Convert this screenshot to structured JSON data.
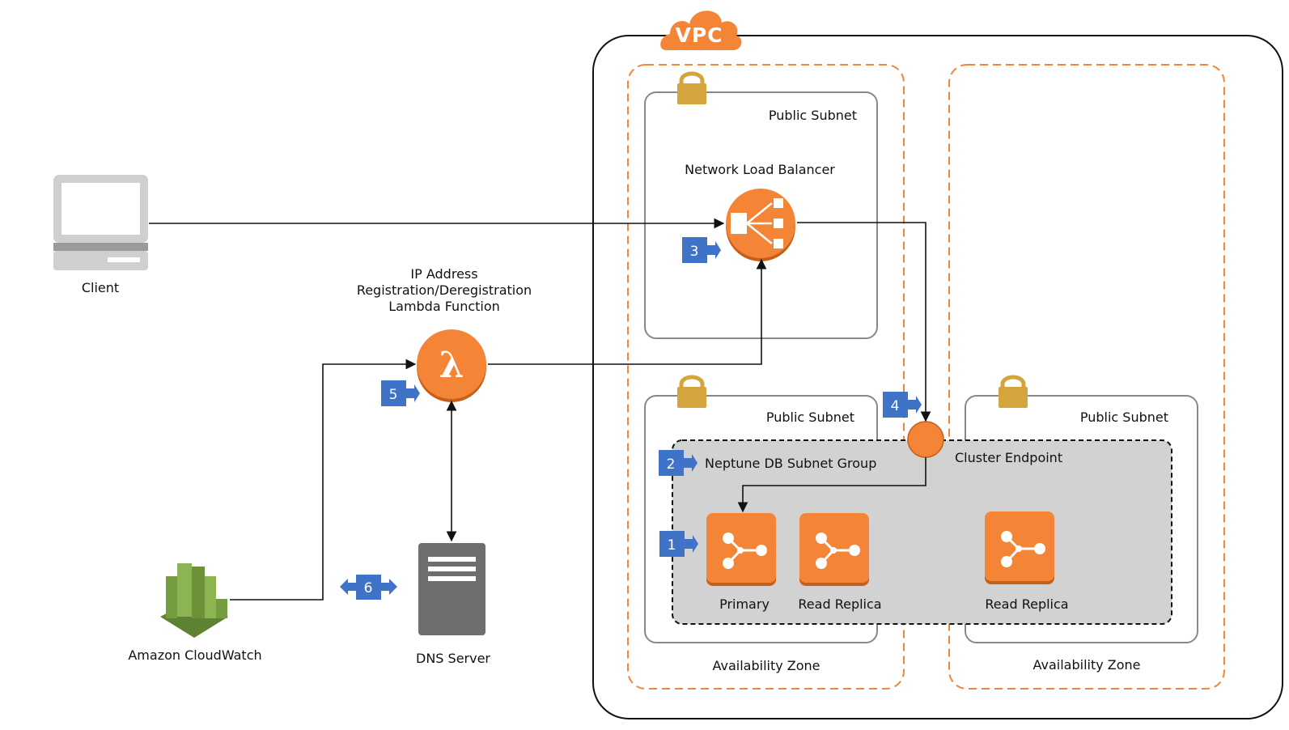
{
  "vpc": {
    "label": "VPC"
  },
  "zones": [
    {
      "label": "Availability Zone"
    },
    {
      "label": "Availability Zone"
    }
  ],
  "subnets": {
    "top_left": "Public Subnet",
    "bottom_left": "Public Subnet",
    "bottom_right": "Public Subnet"
  },
  "nodes": {
    "client": "Client",
    "lambda_line1": "IP Address",
    "lambda_line2": "Registration/Deregistration",
    "lambda_line3": "Lambda Function",
    "lambda_symbol": "λ",
    "nlb": "Network Load Balancer",
    "cloudwatch": "Amazon CloudWatch",
    "dns": "DNS Server",
    "subnet_group": "Neptune DB Subnet Group",
    "cluster_endpoint": "Cluster Endpoint",
    "primary": "Primary",
    "read_replica_1": "Read Replica",
    "read_replica_2": "Read Replica"
  },
  "steps": [
    "1",
    "2",
    "3",
    "4",
    "5",
    "6"
  ],
  "icons": [
    "laptop-icon",
    "lambda-icon",
    "load-balancer-icon",
    "cloudwatch-icon",
    "dns-server-icon",
    "lock-icon",
    "neptune-instance-icon",
    "cloud-icon"
  ],
  "colors": {
    "orange": "#f58536",
    "orange_dark": "#c65f18",
    "step_blue": "#3f73c8",
    "lock_gold": "#d5a53d",
    "cloudwatch_green": "#759c3e",
    "dns_gray": "#6e6e6e",
    "subnet_group_fill": "#d2d2d2"
  }
}
